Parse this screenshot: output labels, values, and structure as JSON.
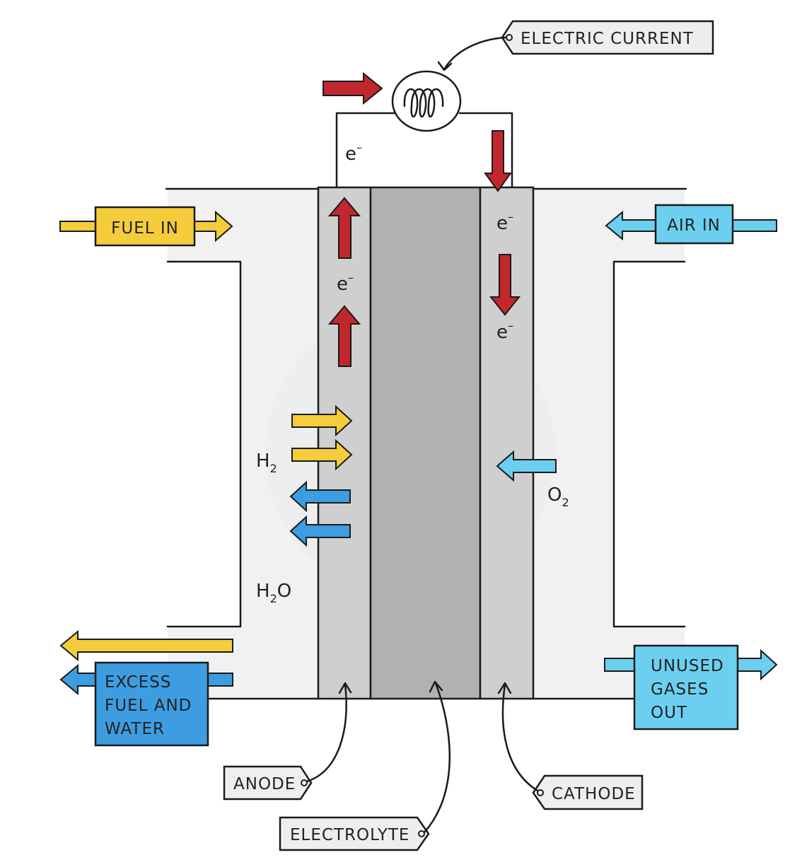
{
  "labels": {
    "electric_current": "ELECTRIC  CURRENT",
    "fuel_in": "FUEL  IN",
    "air_in": "AIR  IN",
    "excess_line1": "EXCESS",
    "excess_line2": "FUEL  AND",
    "excess_line3": "WATER",
    "unused_line1": "UNUSED",
    "unused_line2": "GASES",
    "unused_line3": "OUT",
    "anode": "ANODE",
    "electrolyte": "ELECTROLYTE",
    "cathode": "CATHODE"
  },
  "species": {
    "electron": "e",
    "electron_charge": "–",
    "h2_base": "H",
    "h2_sub": "2",
    "o2_base": "O",
    "o2_sub": "2",
    "h2o_h": "H",
    "h2o_sub": "2",
    "h2o_o": "O"
  },
  "colors": {
    "background_chamber": "#f1f1f1",
    "electrode": "#cfcfcf",
    "electrolyte": "#b1b1b1",
    "electron_arrow": "#c1272d",
    "fuel": "#f5cc3c",
    "air": "#6ccff0",
    "water_out": "#3d9de0",
    "tag": "#eeeeee"
  },
  "icons": {
    "lamp": "light-bulb-icon"
  }
}
